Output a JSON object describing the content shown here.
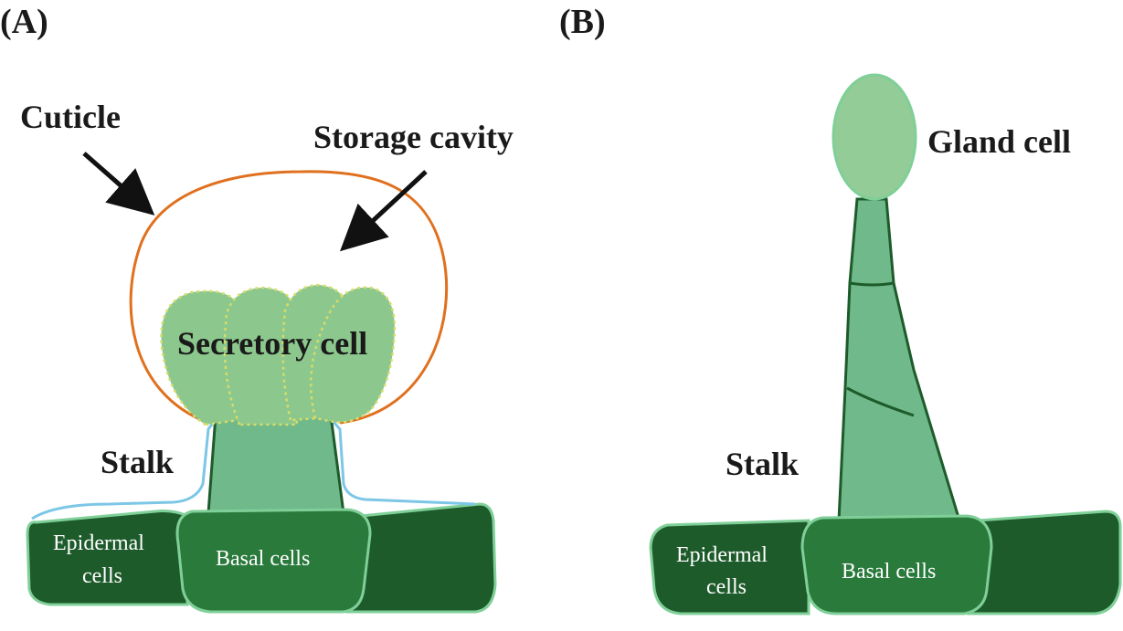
{
  "panel_a": {
    "tag": "(A)",
    "labels": {
      "cuticle": "Cuticle",
      "storage_cavity": "Storage cavity",
      "secretory_cell": "Secretory cell",
      "stalk": "Stalk",
      "epidermal_line1": "Epidermal",
      "epidermal_line2": "cells",
      "basal_cells": "Basal cells"
    }
  },
  "panel_b": {
    "tag": "(B)",
    "labels": {
      "gland_cell": "Gland cell",
      "stalk": "Stalk",
      "epidermal_line1": "Epidermal",
      "epidermal_line2": "cells",
      "basal_cells": "Basal cells"
    }
  },
  "colors": {
    "cuticle_outline": "#e0701e",
    "outer_membrane": "#7cc6e6",
    "secretory_fill": "#8cc88d",
    "secretory_dots": "#d8dc6a",
    "stalk_fill": "#6fb98a",
    "dark_epidermis": "#1e5b2b",
    "basal_fill": "#2a7a3c",
    "cell_edge": "#7fcf98",
    "gland_fill": "#93cc96",
    "text_dark": "#1a1a1a",
    "text_light": "#ffffff"
  }
}
